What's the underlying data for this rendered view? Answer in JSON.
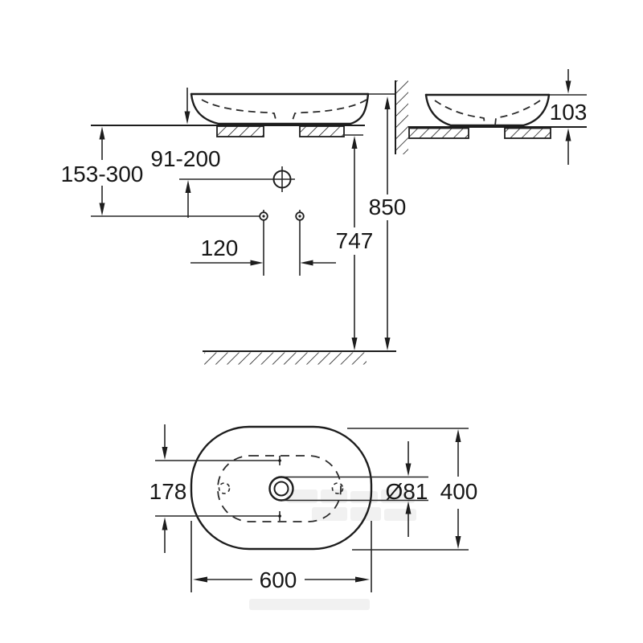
{
  "drawing": {
    "type": "washbasin-installation-dimension-drawing",
    "colors": {
      "line": "#1d1d1d",
      "background": "#ffffff"
    },
    "dimensions": {
      "front": {
        "faucet_height_range": "153-300",
        "spout_height_range": "91-200",
        "hole_spacing": "120",
        "counter_underside_height": "747",
        "rim_height": "850"
      },
      "side": {
        "basin_height": "103"
      },
      "plan": {
        "tap_hole_span": "178",
        "drain_diameter": "Ø81",
        "basin_depth": "400",
        "basin_width": "600"
      }
    }
  }
}
